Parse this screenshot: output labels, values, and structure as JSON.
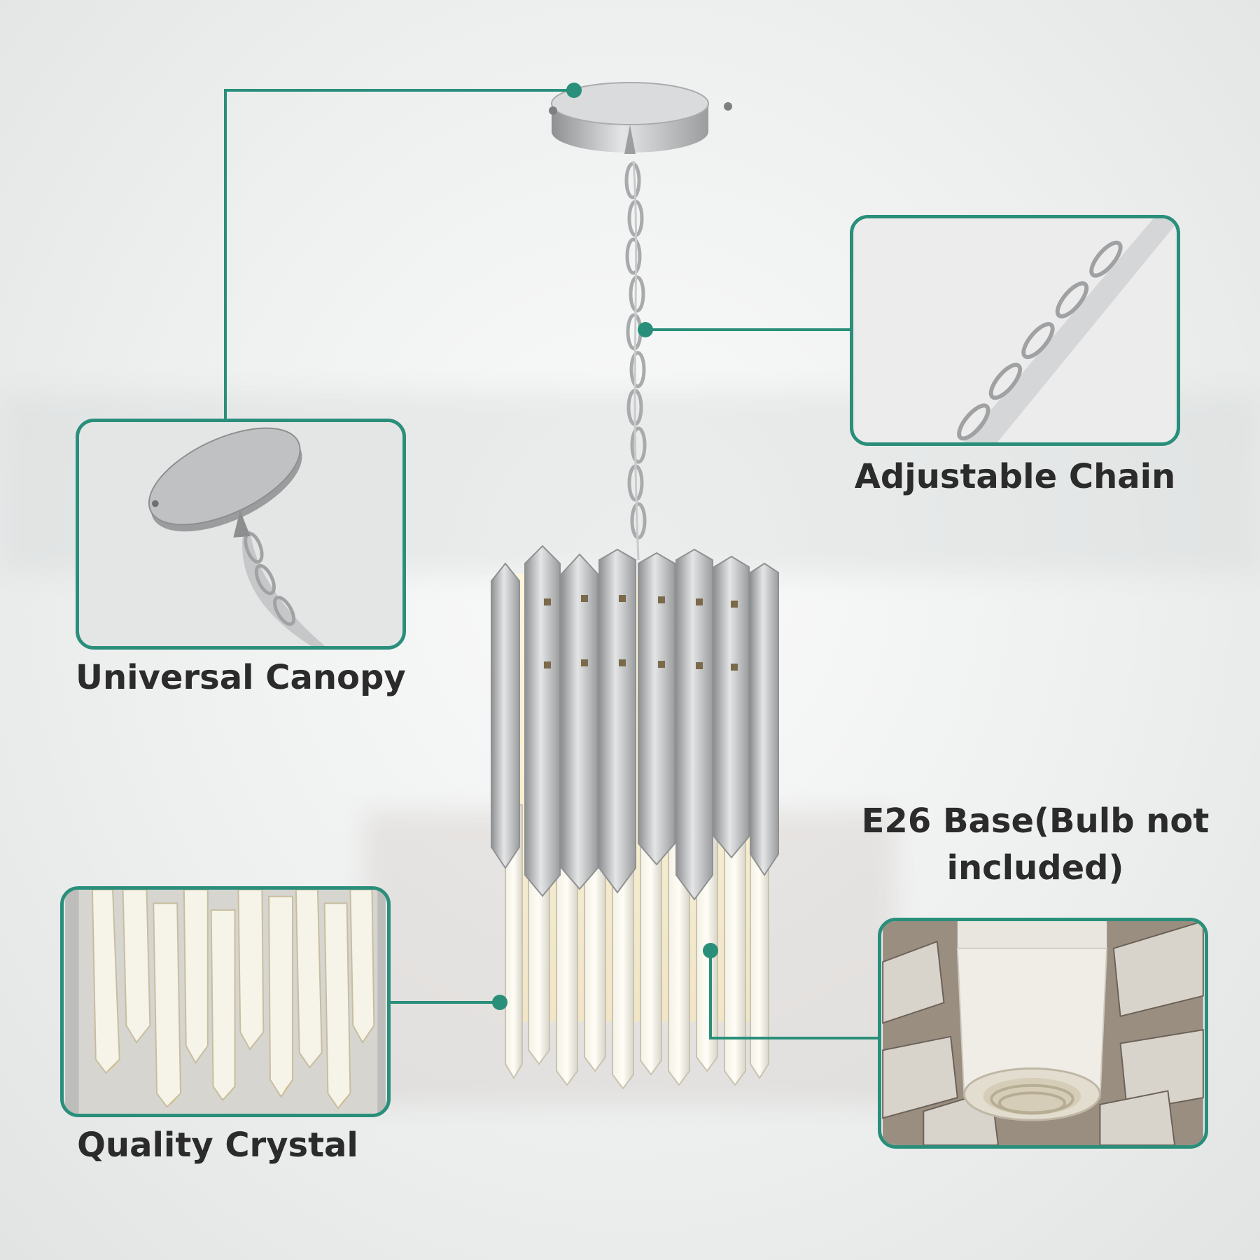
{
  "features": {
    "canopy": {
      "label": "Universal Canopy",
      "icon": "canopy-closeup-image"
    },
    "chain": {
      "label": "Adjustable Chain",
      "icon": "chain-closeup-image"
    },
    "crystal": {
      "label": "Quality Crystal",
      "icon": "crystal-closeup-image"
    },
    "base": {
      "label": "E26 Base(Bulb not included)",
      "line1": "E26 Base(Bulb not",
      "line2": "included)",
      "icon": "socket-closeup-image"
    }
  },
  "colors": {
    "accent": "#2a8f7a",
    "chrome": "#b9bbbd",
    "text": "#2b2b2b"
  }
}
